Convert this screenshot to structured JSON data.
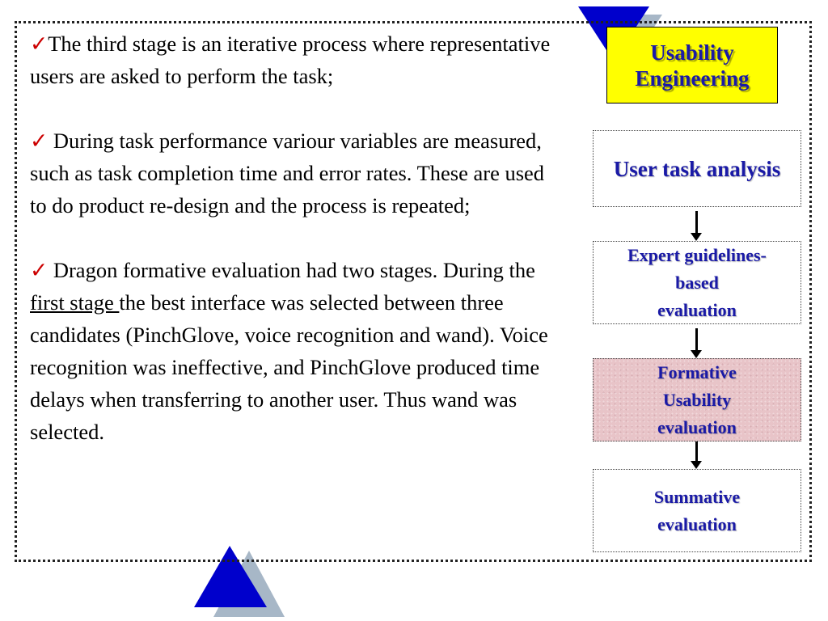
{
  "slide": {
    "paragraphs": [
      {
        "check": "✓",
        "text": "The third stage is an iterative process where representative users are asked to perform the task;"
      },
      {
        "check": "✓",
        "text": " During task performance variour variables are measured, such as task completion time and error rates. These are used to do product re-design and the process is repeated;"
      },
      {
        "check": "✓",
        "text_before": " Dragon formative evaluation had two stages. During the ",
        "underlined": "first stage ",
        "text_after": "the best interface was selected between three candidates (PinchGlove, voice recognition and wand). Voice recognition was ineffective, and PinchGlove produced time delays when transferring to another user. Thus wand was selected."
      }
    ],
    "title_box": {
      "line1": "Usability",
      "line2": "Engineering"
    },
    "flow": [
      {
        "label": "User task analysis"
      },
      {
        "label": "Expert guidelines-\nbased\n evaluation"
      },
      {
        "label": "Formative\nUsability \n evaluation"
      },
      {
        "label": "Summative\n evaluation"
      }
    ],
    "colors": {
      "check": "#cc0000",
      "title_bg": "#ffff00",
      "title_text": "#1a1aa6",
      "flow_text": "#1a1aa6",
      "highlight_box": "#e8c4c8",
      "triangle_blue": "#0000cc",
      "triangle_shadow": "#a7b7c7"
    }
  }
}
